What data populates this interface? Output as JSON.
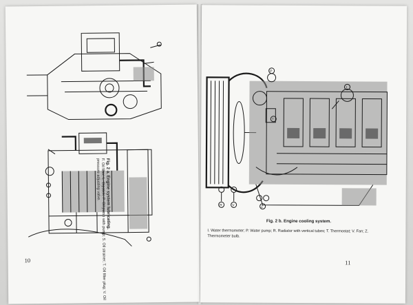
{
  "left_page": {
    "page_number": "10",
    "figure_title": "Fig. 2 a. Engine system lubricating.",
    "figure_caption": "F. Oil filter; L. Dipstick; P. Oil pump with pump; S. Oil strainer; T. Oil filter plug; V. Oil pressure adjusting valve."
  },
  "right_page": {
    "page_number": "11",
    "figure_title": "Fig. 2 b. Engine cooling system.",
    "figure_caption": "I. Water thermometer; P. Water pump; R. Radiator with vertical tubes; T. Thermostat; V. Fan; Z. Thermometer bulb.",
    "diagram_labels": [
      "P",
      "T",
      "I",
      "R",
      "V",
      "Z"
    ]
  }
}
